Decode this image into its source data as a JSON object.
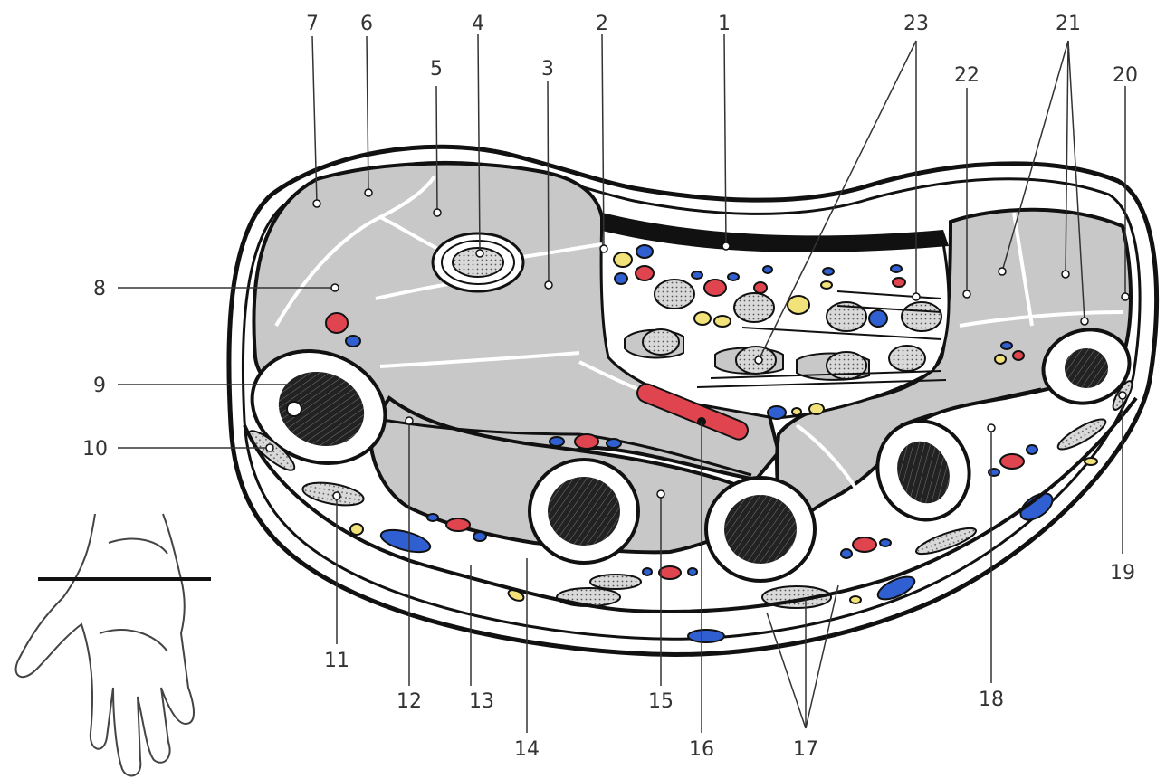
{
  "labels": {
    "l1": "1",
    "l2": "2",
    "l3": "3",
    "l4": "4",
    "l5": "5",
    "l6": "6",
    "l7": "7",
    "l8": "8",
    "l9": "9",
    "l10": "10",
    "l11": "11",
    "l12": "12",
    "l13": "13",
    "l14": "14",
    "l15": "15",
    "l16": "16",
    "l17": "17",
    "l18": "18",
    "l19": "19",
    "l20": "20",
    "l21": "21",
    "l22": "22",
    "l23": "23"
  },
  "colors": {
    "muscle": "#c8c8c8",
    "outline": "#111111",
    "artery": "#e0454f",
    "vein": "#2f5fd0",
    "nerve": "#f2e27a",
    "background": "#ffffff"
  }
}
